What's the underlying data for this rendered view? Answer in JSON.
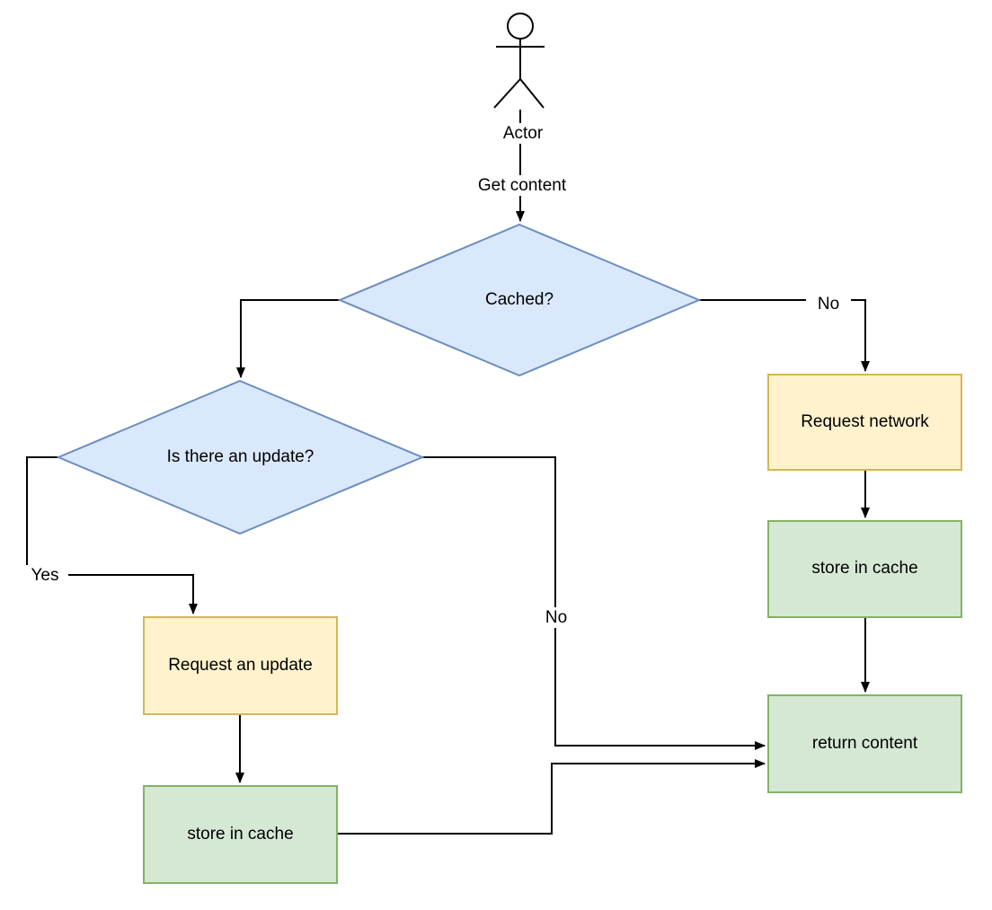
{
  "diagram": {
    "title_hint": "Cache-first content retrieval flowchart",
    "actor": {
      "label": "Actor"
    },
    "edges": {
      "get_content": {
        "label": "Get content"
      },
      "cached_yes_branch": {
        "label": ""
      },
      "cached_no_branch": {
        "label": "No"
      },
      "update_yes_branch": {
        "label": "Yes"
      },
      "update_no_branch": {
        "label": "No"
      }
    },
    "nodes": {
      "cached": {
        "label": "Cached?",
        "type": "decision"
      },
      "is_update": {
        "label": "Is there an update?",
        "type": "decision"
      },
      "request_network": {
        "label": "Request network",
        "type": "action"
      },
      "store_in_cache_right": {
        "label": "store in cache",
        "type": "result"
      },
      "return_content": {
        "label": "return content",
        "type": "result"
      },
      "request_update": {
        "label": "Request an update",
        "type": "action"
      },
      "store_in_cache_left": {
        "label": "store in cache",
        "type": "result"
      }
    },
    "colors": {
      "decision_fill": "#dae8fc",
      "decision_border": "#6c8ebf",
      "action_fill": "#fff2cc",
      "action_border": "#d6b656",
      "result_fill": "#d5e8d4",
      "result_border": "#82b366",
      "connector": "#000000",
      "text": "#000000",
      "background": "#ffffff"
    }
  }
}
